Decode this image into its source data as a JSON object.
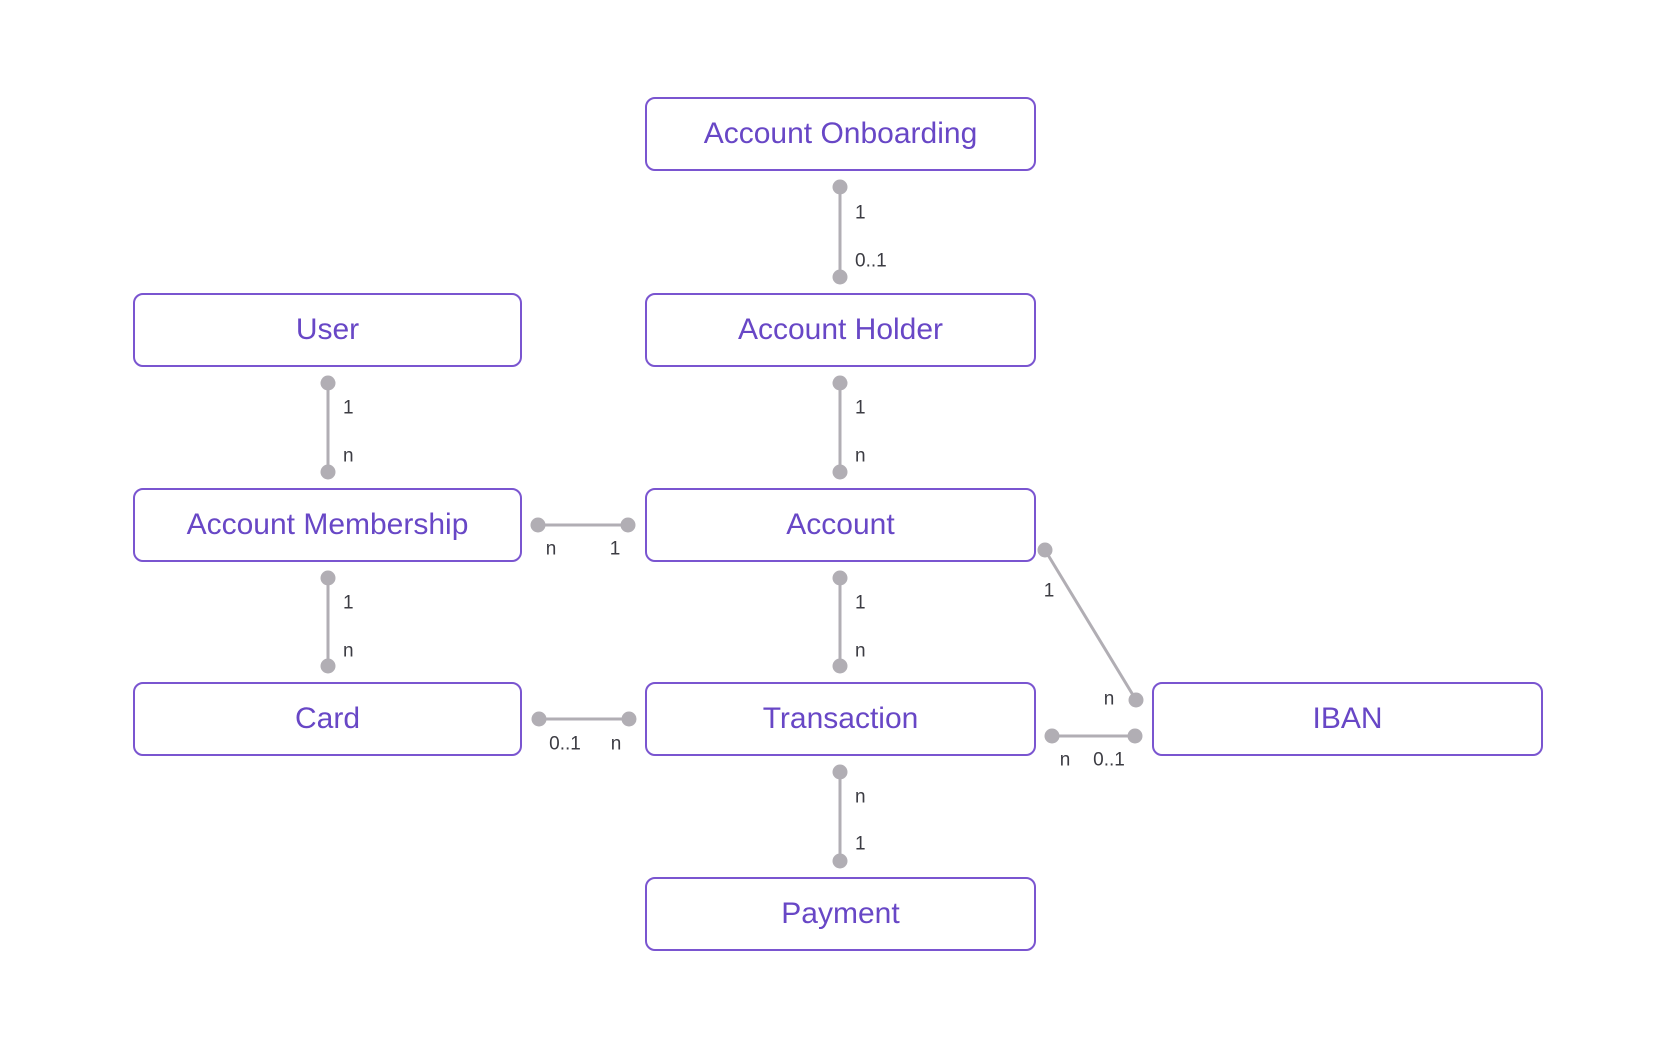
{
  "diagram": {
    "colors": {
      "entity_border": "#7a55d0",
      "entity_text": "#6847c6",
      "connector": "#b1aeb4",
      "cardinality_text": "#3c3c43",
      "background": "#ffffff"
    },
    "entities": [
      {
        "id": "account-onboarding",
        "label": "Account Onboarding"
      },
      {
        "id": "user",
        "label": "User"
      },
      {
        "id": "account-holder",
        "label": "Account Holder"
      },
      {
        "id": "account-membership",
        "label": "Account Membership"
      },
      {
        "id": "account",
        "label": "Account"
      },
      {
        "id": "card",
        "label": "Card"
      },
      {
        "id": "transaction",
        "label": "Transaction"
      },
      {
        "id": "iban",
        "label": "IBAN"
      },
      {
        "id": "payment",
        "label": "Payment"
      }
    ],
    "connections": [
      {
        "from": "Account Onboarding",
        "to": "Account Holder",
        "from_cardinality": "1",
        "to_cardinality": "0..1",
        "shape": "vertical"
      },
      {
        "from": "User",
        "to": "Account Membership",
        "from_cardinality": "1",
        "to_cardinality": "n",
        "shape": "vertical"
      },
      {
        "from": "Account Holder",
        "to": "Account",
        "from_cardinality": "1",
        "to_cardinality": "n",
        "shape": "vertical"
      },
      {
        "from": "Account Membership",
        "to": "Account",
        "from_cardinality": "n",
        "to_cardinality": "1",
        "shape": "horizontal"
      },
      {
        "from": "Account Membership",
        "to": "Card",
        "from_cardinality": "1",
        "to_cardinality": "n",
        "shape": "vertical"
      },
      {
        "from": "Account",
        "to": "Transaction",
        "from_cardinality": "1",
        "to_cardinality": "n",
        "shape": "vertical"
      },
      {
        "from": "Account",
        "to": "IBAN",
        "from_cardinality": "1",
        "to_cardinality": "n",
        "shape": "diagonal"
      },
      {
        "from": "Card",
        "to": "Transaction",
        "from_cardinality": "0..1",
        "to_cardinality": "n",
        "shape": "horizontal"
      },
      {
        "from": "Transaction",
        "to": "IBAN",
        "from_cardinality": "n",
        "to_cardinality": "0..1",
        "shape": "horizontal"
      },
      {
        "from": "Transaction",
        "to": "Payment",
        "from_cardinality": "n",
        "to_cardinality": "1",
        "shape": "vertical"
      }
    ]
  }
}
